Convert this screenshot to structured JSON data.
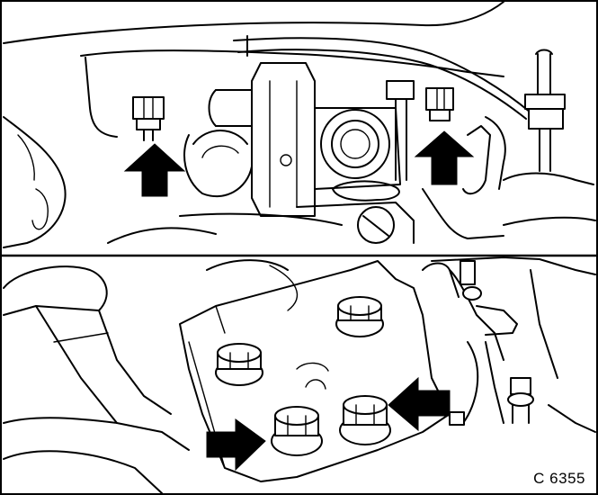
{
  "figure": {
    "reference_code": "C 6355",
    "panels": [
      {
        "id": "upper",
        "arrow_count": 2
      },
      {
        "id": "lower",
        "arrow_count": 2
      }
    ]
  }
}
